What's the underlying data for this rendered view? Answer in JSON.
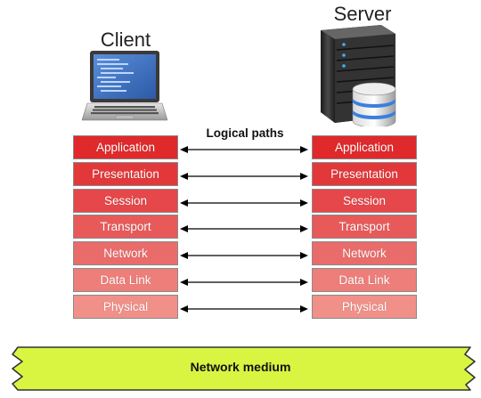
{
  "client": {
    "label": "Client",
    "icon": "laptop-icon"
  },
  "server": {
    "label": "Server",
    "icon": "server-database-icon"
  },
  "logical_paths_label": "Logical paths",
  "layers": [
    "Application",
    "Presentation",
    "Session",
    "Transport",
    "Network",
    "Data Link",
    "Physical"
  ],
  "layer_colors": [
    "#e0292b",
    "#e3383a",
    "#e5474a",
    "#e85a5a",
    "#ea6c6a",
    "#ed7e79",
    "#f09088"
  ],
  "network_medium": {
    "label": "Network medium",
    "color": "#d9f542"
  }
}
